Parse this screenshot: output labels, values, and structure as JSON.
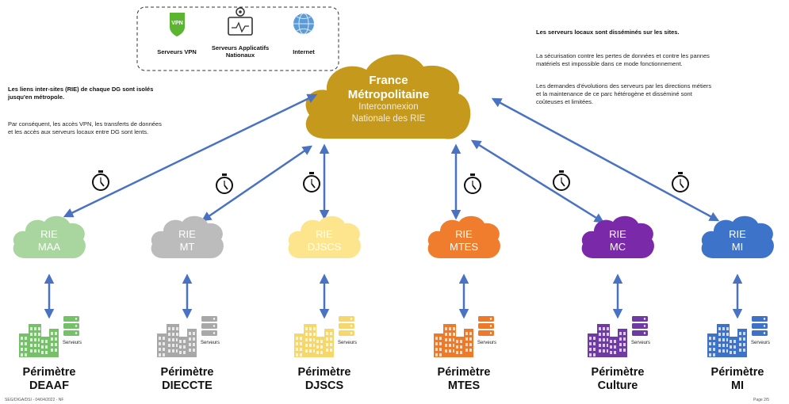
{
  "services": {
    "vpn": {
      "label": "Serveurs VPN",
      "icon": "vpn-shield-icon",
      "badge": "VPN"
    },
    "apps": {
      "label_line1": "Serveurs Applicatifs",
      "label_line2": "Nationaux",
      "icon": "monitor-gear-icon"
    },
    "internet": {
      "label": "Internet",
      "icon": "globe-icon"
    }
  },
  "central": {
    "title_line1": "France",
    "title_line2": "Métropolitaine",
    "sub_line1": "Interconnexion",
    "sub_line2": "Nationale des RIE",
    "color": "#c59a1c"
  },
  "left_notes": {
    "bold_line1": "Les liens inter-sites (RIE) de chaque DG sont isolés",
    "bold_line2": "jusqu'en métropole.",
    "line3": "Par conséquent, les accès VPN, les transferts de données",
    "line4": "et  les accès aux serveurs locaux entre DG sont lents."
  },
  "right_notes": {
    "bold_line1": "Les serveurs locaux sont disséminés sur les sites.",
    "line2": "La sécurisation contre les pertes de données et contre les pannes",
    "line3": "matériels est impossible dans ce mode fonctionnement.",
    "line4": "Les demandes d'évolutions des serveurs par les directions métiers",
    "line5": "et la maintenance de ce parc hétérogène et disséminé sont",
    "line6": "coûteuses et limitées."
  },
  "nodes": [
    {
      "rie": "RIE",
      "name": "MAA",
      "perimetre": "Périmètre",
      "dg": "DEAAF",
      "color": "#a9d69f",
      "bldg": "#76c06a"
    },
    {
      "rie": "RIE",
      "name": "MT",
      "perimetre": "Périmètre",
      "dg": "DIECCTE",
      "color": "#bcbcbc",
      "bldg": "#a8a8a8"
    },
    {
      "rie": "RIE",
      "name": "DJSCS",
      "perimetre": "Périmètre",
      "dg": "DJSCS",
      "color": "#fde58e",
      "bldg": "#f6d76c"
    },
    {
      "rie": "RIE",
      "name": "MTES",
      "perimetre": "Périmètre",
      "dg": "MTES",
      "color": "#ef7d2d",
      "bldg": "#ee7a29"
    },
    {
      "rie": "RIE",
      "name": "MC",
      "perimetre": "Périmètre",
      "dg": "Culture",
      "color": "#7a2aa8",
      "bldg": "#6f3aa4"
    },
    {
      "rie": "RIE",
      "name": "MI",
      "perimetre": "Périmètre",
      "dg": "MI",
      "color": "#3d73c9",
      "bldg": "#3e72c7"
    }
  ],
  "server_label": "Serveurs",
  "timer_icon": "stopwatch-icon",
  "arrow_color": "#4a72c2",
  "footer_left": "SEG/DIGA/DSI - 04/04/2022 - NF",
  "footer_right": "Page 2/5"
}
